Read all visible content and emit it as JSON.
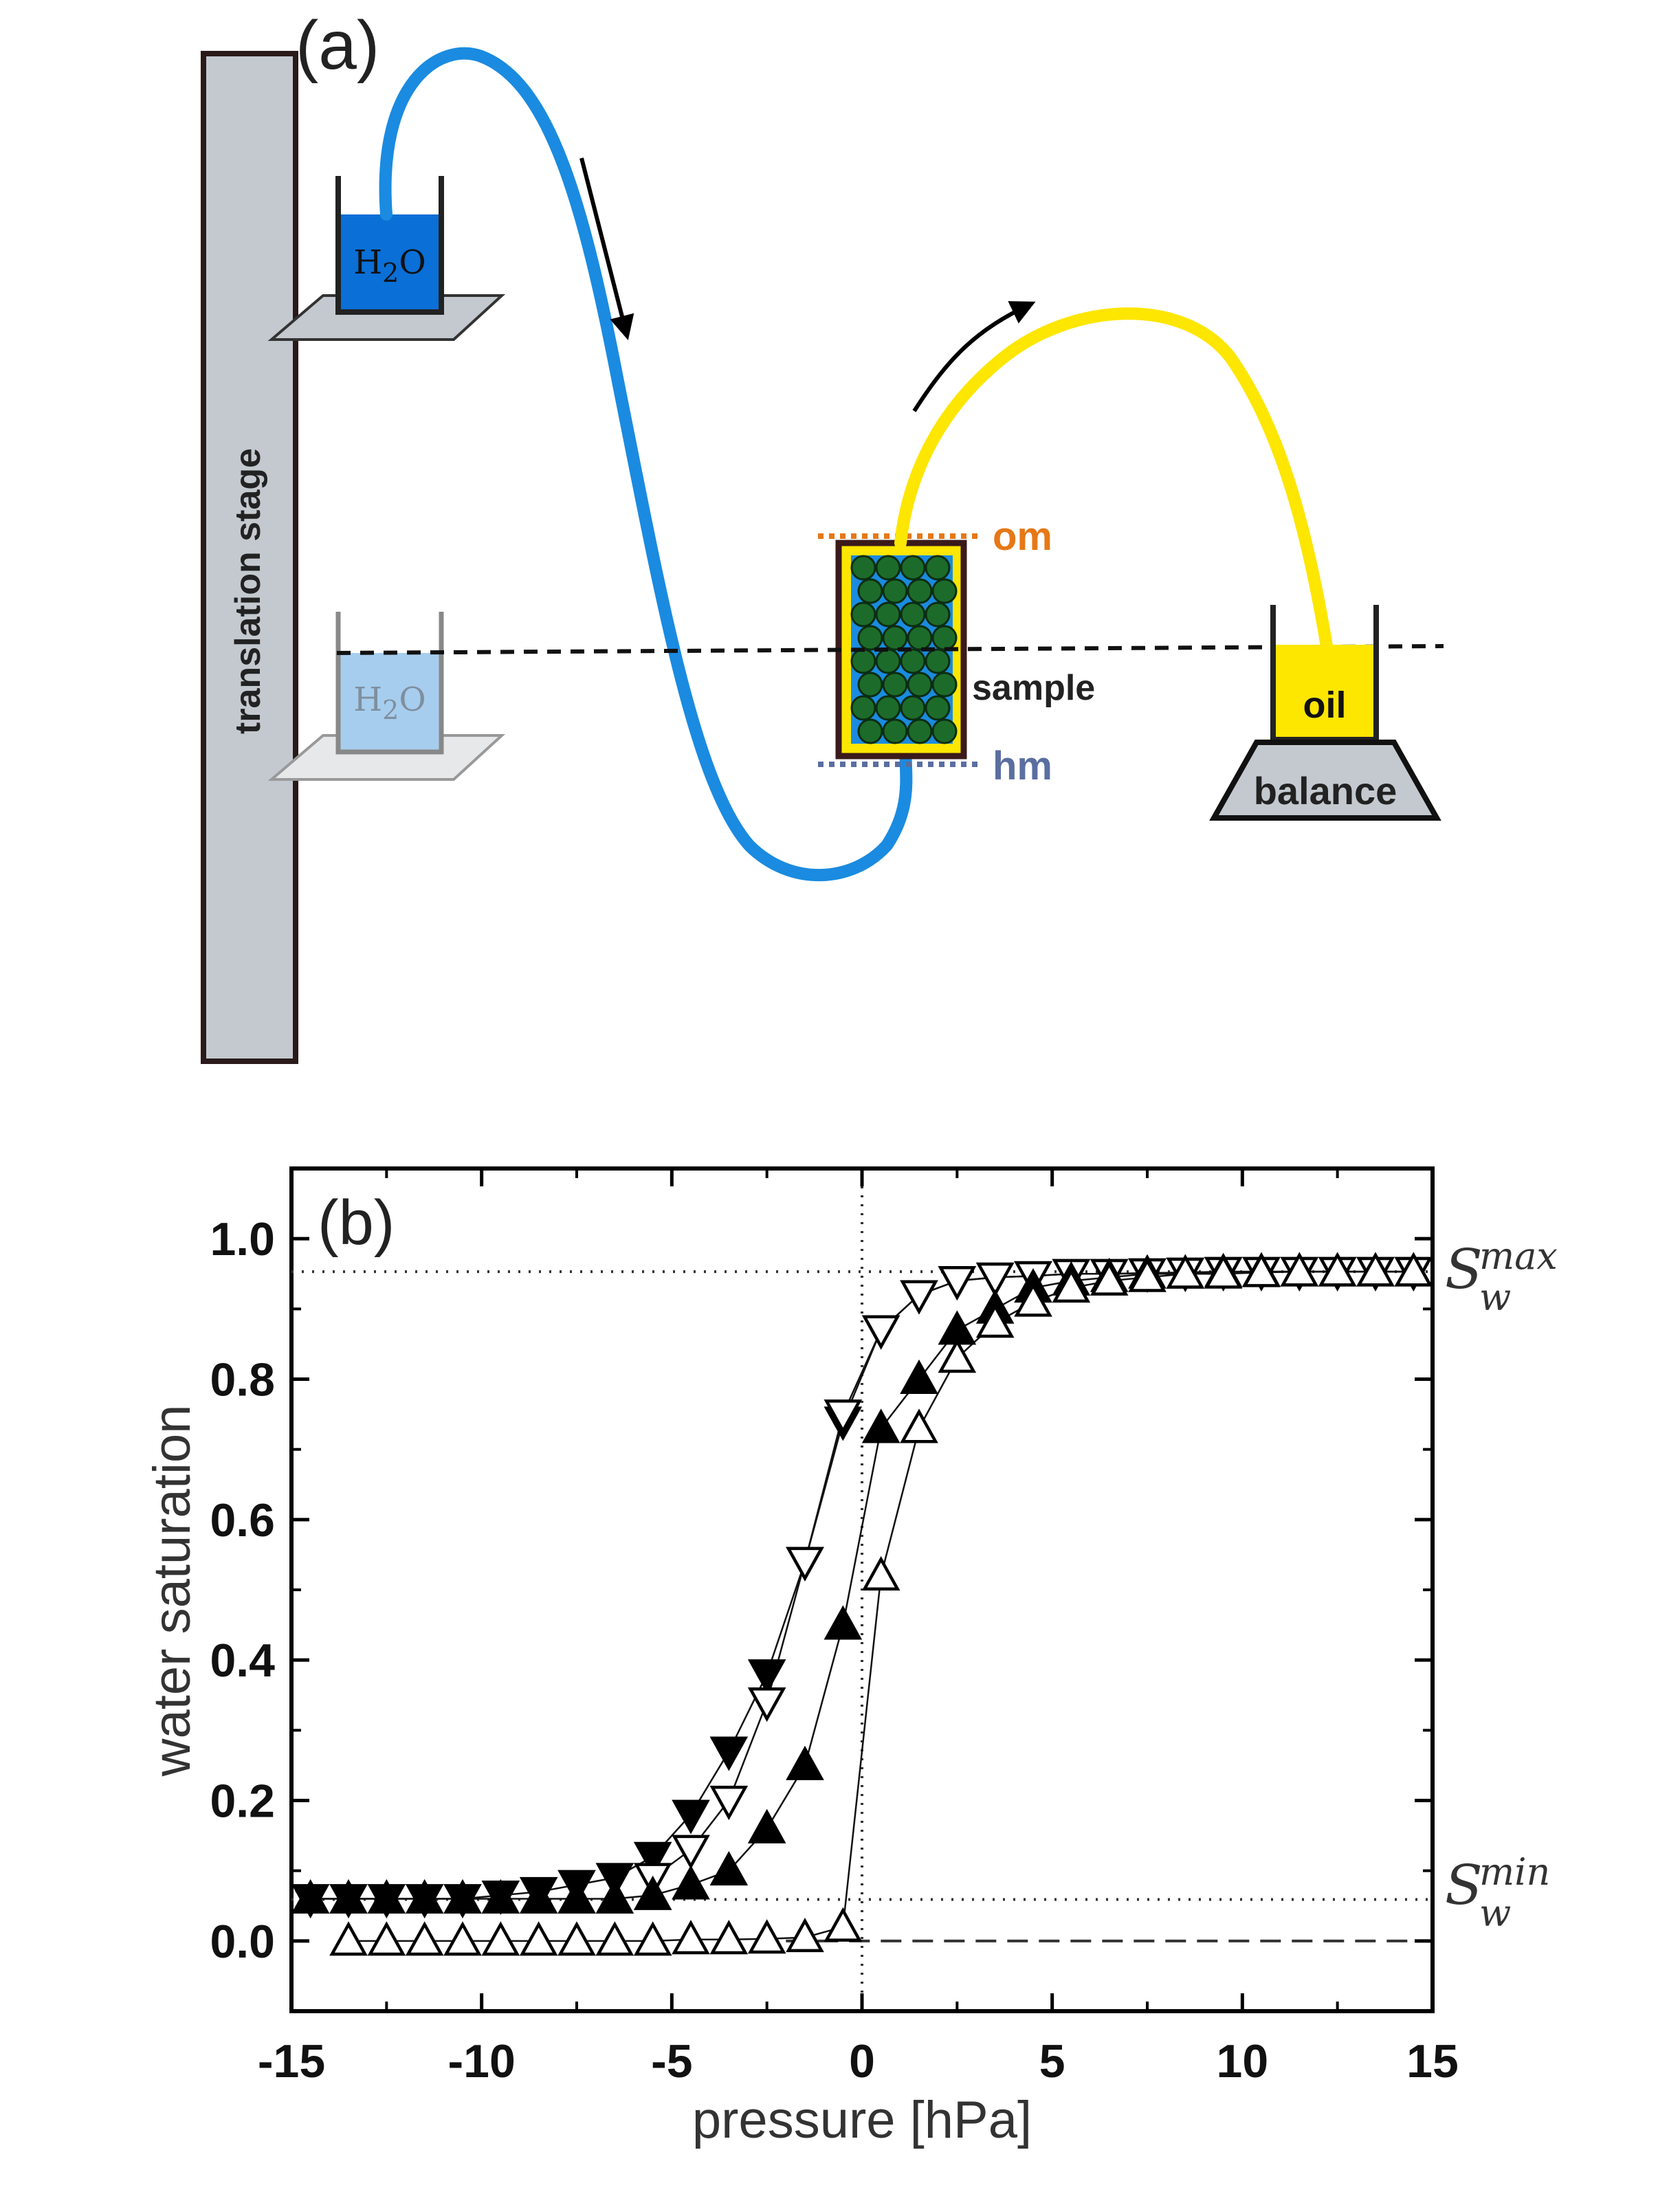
{
  "panel_a": {
    "label": "(a)",
    "stage_label": "translation stage",
    "reservoir_text": "H2O",
    "reservoir_text_faded": "H2O",
    "om_label": "om",
    "hm_label": "hm",
    "sample_label": "sample",
    "oil_label": "oil",
    "balance_label": "balance",
    "colors": {
      "water": "#0a6fd6",
      "water_tube": "#1a8be0",
      "oil": "#fde600",
      "om": "#e67817",
      "hm": "#5a6ea0",
      "grain": "#1d6b2a",
      "stage": "#c3c9cf"
    }
  },
  "panel_b": {
    "label": "(b)",
    "smax_label": "S",
    "smax_sub": "w",
    "smax_sup": "max",
    "smin_label": "S",
    "smin_sub": "w",
    "smin_sup": "min"
  },
  "chart_data": {
    "type": "scatter",
    "xlabel": "pressure [hPa]",
    "ylabel": "water saturation",
    "xlim": [
      -15,
      15
    ],
    "ylim": [
      -0.1,
      1.1
    ],
    "xticks": [
      -15,
      -10,
      -5,
      0,
      5,
      10,
      15
    ],
    "xtick_labels": [
      "-15",
      "-10",
      "-5",
      "0",
      "5",
      "10",
      "15"
    ],
    "yticks": [
      0.0,
      0.2,
      0.4,
      0.6,
      0.8,
      1.0
    ],
    "ytick_labels": [
      "0.0",
      "0.2",
      "0.4",
      "0.6",
      "0.8",
      "1.0"
    ],
    "reference_lines": {
      "smax": 0.953,
      "smin": 0.059,
      "zero": 0.0,
      "x_zero": 0
    },
    "series": [
      {
        "marker": "triangle-down-filled",
        "x": [
          -14.5,
          -13.5,
          -12.5,
          -11.5,
          -10.5,
          -9.5,
          -8.5,
          -7.5,
          -6.5,
          -5.5,
          -4.5,
          -3.5,
          -2.5,
          -1.5,
          -0.5,
          0.5,
          1.5,
          2.5,
          3.5,
          4.5,
          5.5,
          6.5,
          7.5,
          8.5,
          9.5,
          10.5,
          11.5,
          12.5,
          13.5,
          14.5
        ],
        "y": [
          0.06,
          0.06,
          0.06,
          0.06,
          0.06,
          0.065,
          0.07,
          0.08,
          0.09,
          0.12,
          0.18,
          0.27,
          0.38,
          0.54,
          0.74,
          0.87,
          0.92,
          0.94,
          0.945,
          0.947,
          0.95,
          0.95,
          0.951,
          0.952,
          0.953,
          0.953,
          0.953,
          0.953,
          0.953,
          0.953
        ]
      },
      {
        "marker": "triangle-down-open",
        "x": [
          -5.5,
          -4.5,
          -3.5,
          -2.5,
          -1.5,
          -0.5,
          0.5,
          1.5,
          2.5,
          3.5,
          4.5,
          5.5,
          6.5,
          7.5,
          8.5,
          9.5,
          10.5,
          11.5,
          12.5,
          13.5,
          14.5
        ],
        "y": [
          0.09,
          0.13,
          0.2,
          0.34,
          0.54,
          0.75,
          0.87,
          0.92,
          0.94,
          0.945,
          0.947,
          0.95,
          0.95,
          0.951,
          0.952,
          0.953,
          0.953,
          0.953,
          0.953,
          0.953,
          0.953
        ]
      },
      {
        "marker": "triangle-up-filled",
        "x": [
          -14.5,
          -13.5,
          -12.5,
          -11.5,
          -10.5,
          -9.5,
          -8.5,
          -7.5,
          -6.5,
          -5.5,
          -4.5,
          -3.5,
          -2.5,
          -1.5,
          -0.5,
          0.5,
          1.5,
          2.5,
          3.5,
          4.5,
          5.5,
          6.5,
          7.5,
          8.5,
          9.5,
          10.5,
          11.5,
          12.5,
          13.5,
          14.5
        ],
        "y": [
          0.06,
          0.06,
          0.06,
          0.06,
          0.06,
          0.06,
          0.06,
          0.06,
          0.06,
          0.065,
          0.08,
          0.1,
          0.16,
          0.25,
          0.45,
          0.73,
          0.8,
          0.87,
          0.9,
          0.93,
          0.94,
          0.945,
          0.95,
          0.95,
          0.952,
          0.953,
          0.953,
          0.953,
          0.953,
          0.953
        ]
      },
      {
        "marker": "triangle-up-open",
        "x": [
          -13.5,
          -12.5,
          -11.5,
          -10.5,
          -9.5,
          -8.5,
          -7.5,
          -6.5,
          -5.5,
          -4.5,
          -3.5,
          -2.5,
          -1.5,
          -0.5,
          0.5,
          1.5,
          2.5,
          3.5,
          4.5,
          5.5,
          6.5,
          7.5,
          8.5,
          9.5,
          10.5,
          11.5,
          12.5,
          13.5,
          14.5
        ],
        "y": [
          0.0,
          0.0,
          0.0,
          0.0,
          0.0,
          0.0,
          0.0,
          0.0,
          0.0,
          0.002,
          0.002,
          0.003,
          0.005,
          0.02,
          0.52,
          0.73,
          0.83,
          0.88,
          0.91,
          0.93,
          0.94,
          0.945,
          0.95,
          0.95,
          0.952,
          0.953,
          0.953,
          0.953,
          0.953
        ]
      }
    ]
  }
}
